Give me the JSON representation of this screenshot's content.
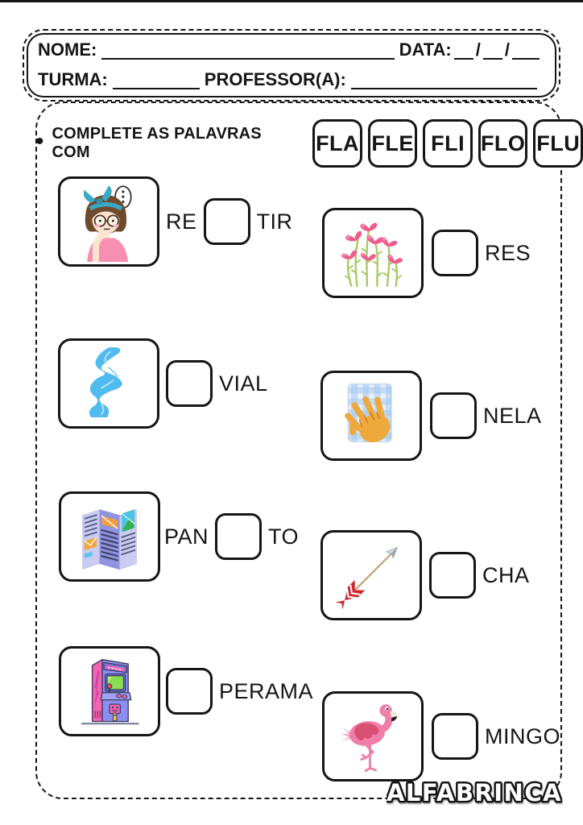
{
  "header": {
    "nome_label": "NOME:",
    "data_label": "DATA:",
    "date_slash": "/",
    "turma_label": "TURMA:",
    "professor_label": "PROFESSOR(A):"
  },
  "instruction": {
    "bullet": "•",
    "label": "COMPLETE AS PALAVRAS COM",
    "syllables": [
      "FLA",
      "FLE",
      "FLI",
      "FLO",
      "FLU"
    ]
  },
  "items": [
    {
      "id": "refletir",
      "illustration": "thinking-girl",
      "prefix": "RE",
      "suffix": "TIR"
    },
    {
      "id": "fluvial",
      "illustration": "river",
      "prefix": "",
      "suffix": "VIAL"
    },
    {
      "id": "panfleto",
      "illustration": "pamphlet",
      "prefix": "PAN",
      "suffix": "TO"
    },
    {
      "id": "fliperama",
      "illustration": "arcade-machine",
      "prefix": "",
      "suffix": "PERAMA"
    },
    {
      "id": "flores",
      "illustration": "flowers",
      "prefix": "",
      "suffix": "RES"
    },
    {
      "id": "flanela",
      "illustration": "flannel-cloth",
      "prefix": "",
      "suffix": "NELA"
    },
    {
      "id": "flecha",
      "illustration": "arrow",
      "prefix": "",
      "suffix": "CHA"
    },
    {
      "id": "flamingo",
      "illustration": "flamingo",
      "prefix": "",
      "suffix": "MINGO"
    }
  ],
  "footer": {
    "brand": "ALFABRINCA"
  },
  "colors": {
    "ink": "#151515",
    "pink": "#f0719f",
    "teal": "#3aa9c4",
    "river_blue": "#4fbbee",
    "stem_green": "#a4ca5f",
    "purple": "#8b8ff0",
    "orange": "#efa83c",
    "red": "#cf2630"
  }
}
